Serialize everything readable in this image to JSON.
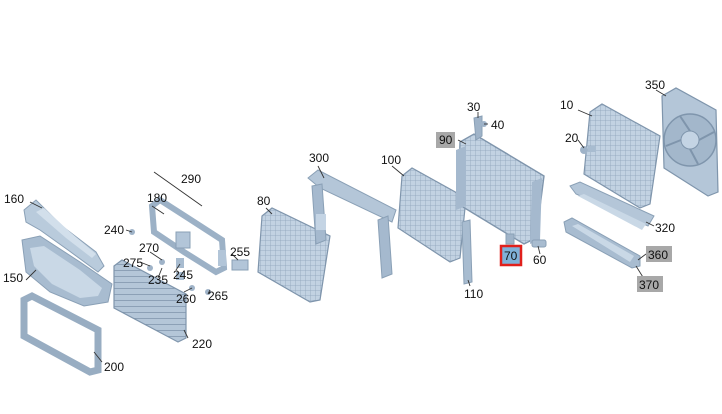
{
  "diagram": {
    "callouts": [
      {
        "id": "c10",
        "text": "10",
        "style": "plain"
      },
      {
        "id": "c20",
        "text": "20",
        "style": "plain"
      },
      {
        "id": "c30",
        "text": "30",
        "style": "plain"
      },
      {
        "id": "c40",
        "text": "40",
        "style": "plain"
      },
      {
        "id": "c60",
        "text": "60",
        "style": "plain"
      },
      {
        "id": "c70",
        "text": "70",
        "style": "selected"
      },
      {
        "id": "c80",
        "text": "80",
        "style": "plain"
      },
      {
        "id": "c90",
        "text": "90",
        "style": "grey"
      },
      {
        "id": "c100",
        "text": "100",
        "style": "plain"
      },
      {
        "id": "c110",
        "text": "110",
        "style": "plain"
      },
      {
        "id": "c150",
        "text": "150",
        "style": "plain"
      },
      {
        "id": "c160",
        "text": "160",
        "style": "plain"
      },
      {
        "id": "c180",
        "text": "180",
        "style": "plain"
      },
      {
        "id": "c200",
        "text": "200",
        "style": "plain"
      },
      {
        "id": "c220",
        "text": "220",
        "style": "plain"
      },
      {
        "id": "c235",
        "text": "235",
        "style": "plain"
      },
      {
        "id": "c240",
        "text": "240",
        "style": "plain"
      },
      {
        "id": "c245",
        "text": "245",
        "style": "plain"
      },
      {
        "id": "c255",
        "text": "255",
        "style": "plain"
      },
      {
        "id": "c260",
        "text": "260",
        "style": "plain"
      },
      {
        "id": "c265",
        "text": "265",
        "style": "plain"
      },
      {
        "id": "c270",
        "text": "270",
        "style": "plain"
      },
      {
        "id": "c275",
        "text": "275",
        "style": "plain"
      },
      {
        "id": "c290",
        "text": "290",
        "style": "plain"
      },
      {
        "id": "c300",
        "text": "300",
        "style": "plain"
      },
      {
        "id": "c320",
        "text": "320",
        "style": "plain"
      },
      {
        "id": "c350",
        "text": "350",
        "style": "plain"
      },
      {
        "id": "c360",
        "text": "360",
        "style": "grey"
      },
      {
        "id": "c370",
        "text": "370",
        "style": "grey"
      }
    ],
    "colors": {
      "part_light": "#c4d4e4",
      "part_mid": "#a5b9ce",
      "part_dark": "#7f95ac",
      "part_stroke": "#8aa0b6",
      "grey_tag": "#a8a8a8",
      "selected_border": "#e0201c",
      "selected_fill": "#7fb1d9"
    }
  }
}
